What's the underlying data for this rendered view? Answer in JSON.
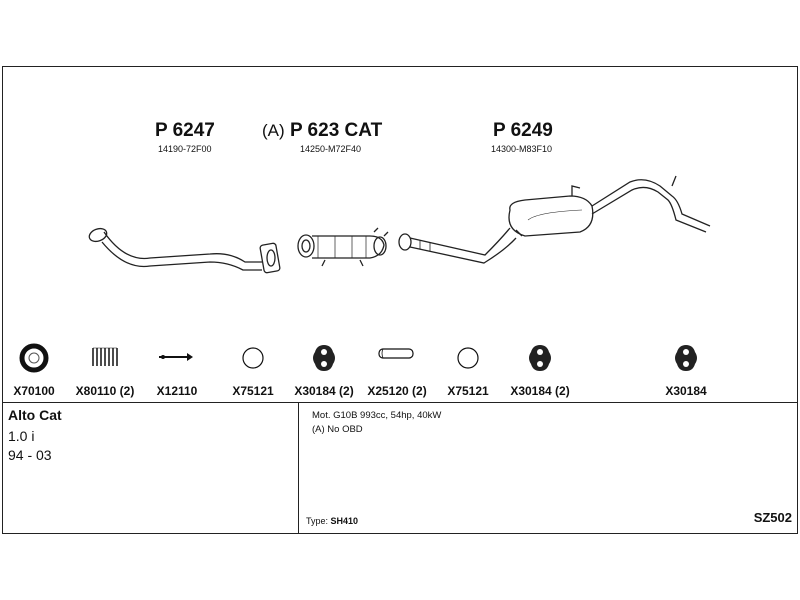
{
  "parts": [
    {
      "prefix": "",
      "number": "P 6247",
      "oem": "14190-72F00"
    },
    {
      "prefix": "(A)",
      "number": "P 623 CAT",
      "oem": "14250-M72F40"
    },
    {
      "prefix": "",
      "number": "P 6249",
      "oem": "14300-M83F10"
    }
  ],
  "accessories": [
    {
      "label": "X70100",
      "icon": "ring-icon"
    },
    {
      "label": "X80110 (2)",
      "icon": "spring-icon"
    },
    {
      "label": "X12110",
      "icon": "bolt-icon"
    },
    {
      "label": "X75121",
      "icon": "gasket-icon"
    },
    {
      "label": "X30184 (2)",
      "icon": "rubber-hanger-icon"
    },
    {
      "label": "X25120 (2)",
      "icon": "sleeve-icon"
    },
    {
      "label": "X75121",
      "icon": "gasket-icon"
    },
    {
      "label": "X30184 (2)",
      "icon": "rubber-hanger-icon"
    },
    {
      "label": "X30184",
      "icon": "rubber-hanger-icon"
    }
  ],
  "vehicle": {
    "model": "Alto Cat",
    "engine": "1.0 i",
    "years": "94 - 03"
  },
  "notes": [
    "Mot. G10B 993cc, 54hp, 40kW",
    "(A) No OBD"
  ],
  "type_label": "Type:",
  "type_value": "SH410",
  "diagram_code": "SZ502"
}
